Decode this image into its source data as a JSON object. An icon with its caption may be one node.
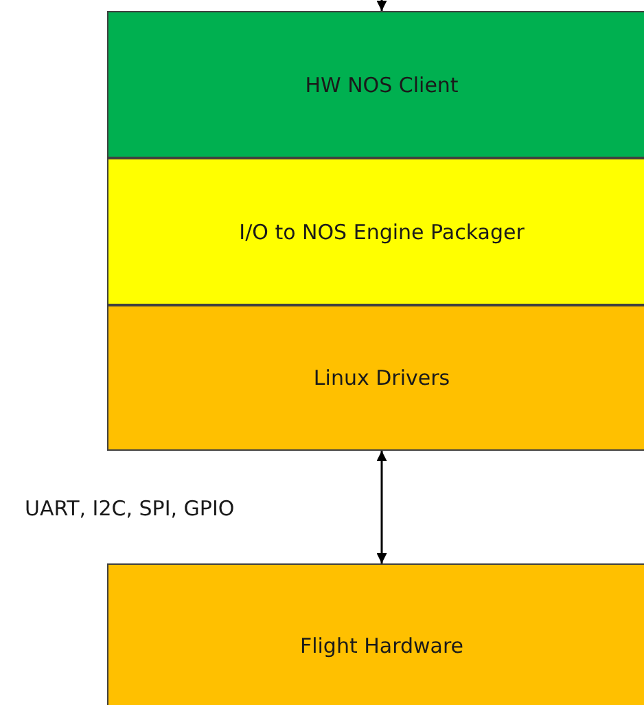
{
  "diagram": {
    "nodes": [
      {
        "text": [
          "HW NOS Client"
        ]
      },
      {
        "text": [
          "I/O to NOS Engine Packager"
        ]
      },
      {
        "text": [
          "Linux Drivers"
        ]
      },
      {
        "text": [
          "Flight Hardware"
        ]
      }
    ],
    "edges": [
      {
        "from": null,
        "to": 0,
        "arrow": "to"
      },
      {
        "from": 2,
        "to": 3,
        "arrow": "both"
      }
    ],
    "labels": [
      "UART, I2C, SPI, GPIO"
    ]
  }
}
